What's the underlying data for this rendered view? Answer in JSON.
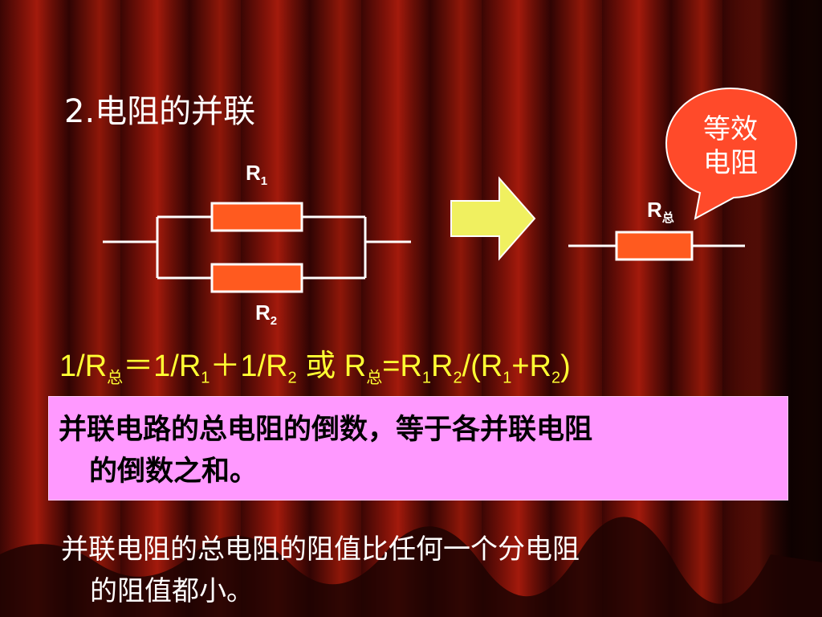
{
  "slide": {
    "title": "2.电阻的并联",
    "bubble": {
      "line1": "等效",
      "line2": "电阻"
    },
    "labels": {
      "r1_main": "R",
      "r1_sub": "1",
      "r2_main": "R",
      "r2_sub": "2",
      "rtotal_main": "R",
      "rtotal_sub": "总"
    },
    "formula": {
      "part1": "1/R",
      "sub_total_a": "总",
      "part2": "＝1/R",
      "sub_1a": "1",
      "part3": "＋1/R",
      "sub_2a": "2",
      "part4": " 或 R",
      "sub_total_b": "总",
      "part5": "=R",
      "sub_1b": "1",
      "part6": "R",
      "sub_2b": "2",
      "part7": "/(R",
      "sub_1c": "1",
      "part8": "+R",
      "sub_2c": "2",
      "part9": ")"
    },
    "rule_box": {
      "line1": "并联电路的总电阻的倒数，等于各并联电阻",
      "line2": "的倒数之和。"
    },
    "note": {
      "line1": "并联电阻的总电阻的阻值比任何一个分电阻",
      "line2": "的阻值都小。"
    },
    "colors": {
      "resistor_fill": "#ff5a1f",
      "wire": "#ffffff",
      "arrow": "#f0f060",
      "bubble": "#ff4a2a",
      "formula": "#ffff33",
      "rule_box": "#ff99ff"
    }
  }
}
